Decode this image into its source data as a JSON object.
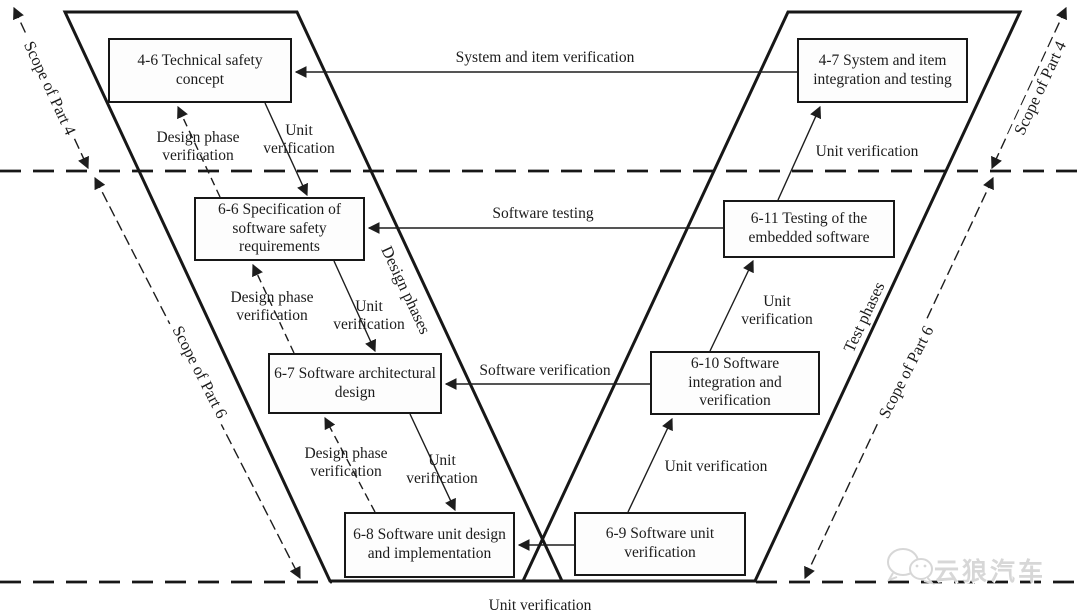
{
  "boxes": {
    "b46": {
      "label": "4-6 Technical safety concept"
    },
    "b47": {
      "label": "4-7 System and item integration and testing"
    },
    "b66": {
      "label": "6-6 Specification of software safety requirements"
    },
    "b611": {
      "label": "6-11 Testing of the embedded software"
    },
    "b67": {
      "label": "6-7 Software architectural design"
    },
    "b610": {
      "label": "6-10 Software integration and verification"
    },
    "b68": {
      "label": "6-8 Software unit design and implementation"
    },
    "b69": {
      "label": "6-9 Software unit verification"
    }
  },
  "labels": {
    "system_item_verification": "System and item verification",
    "software_testing": "Software testing",
    "software_verification": "Software verification",
    "unit_verification": "Unit verification",
    "design_phase_verification": "Design phase verification",
    "design_phases": "Design phases",
    "test_phases": "Test phases",
    "scope_part4": "Scope of Part 4",
    "scope_part6": "Scope of Part 6"
  },
  "watermark": {
    "text": "云狼汽车",
    "icon": "wechat-icon"
  },
  "colors": {
    "line": "#1a1a1a",
    "watermark": "#d7d7d7"
  }
}
